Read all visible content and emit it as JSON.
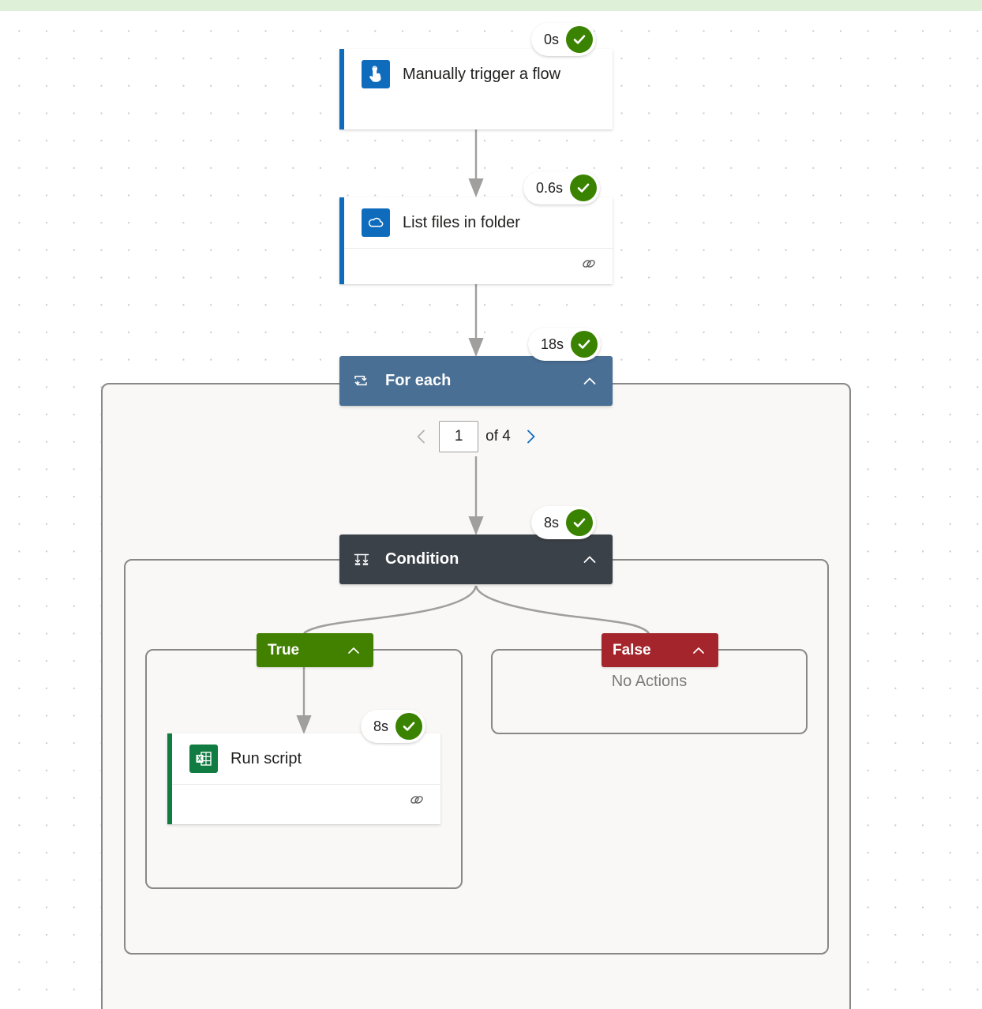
{
  "app": {
    "surface": "flow-run-designer",
    "banner_color": "#dff0d8",
    "canvas_background": "#ffffff"
  },
  "colors": {
    "accent_blue": "#0f6cbd",
    "accent_green": "#107c41",
    "foreach_header": "#4a6f94",
    "condition_header": "#3b4148",
    "true_branch": "#428000",
    "false_branch": "#a4262c",
    "success_check": "#3a8300",
    "scope_border": "#8a8886",
    "scope_fill": "#f9f8f6",
    "connector": "#a19f9d"
  },
  "nodes": {
    "trigger": {
      "title": "Manually trigger a flow",
      "icon": "touch-trigger-icon",
      "duration": "0s",
      "status": "succeeded",
      "status_icon": "checkmark-icon"
    },
    "list_files": {
      "title": "List files in folder",
      "icon": "onedrive-icon",
      "duration": "0.6s",
      "status": "succeeded",
      "status_icon": "checkmark-icon",
      "footer_icon": "link-icon"
    },
    "for_each": {
      "title": "For each",
      "icon": "loop-icon",
      "collapse_icon": "chevron-up-icon",
      "duration": "18s",
      "status": "succeeded",
      "status_icon": "checkmark-icon"
    },
    "condition": {
      "title": "Condition",
      "icon": "condition-branch-icon",
      "collapse_icon": "chevron-up-icon",
      "duration": "8s",
      "status": "succeeded",
      "status_icon": "checkmark-icon"
    },
    "true_branch": {
      "label": "True",
      "collapse_icon": "chevron-up-icon"
    },
    "false_branch": {
      "label": "False",
      "collapse_icon": "chevron-up-icon",
      "empty_text": "No Actions"
    },
    "run_script": {
      "title": "Run script",
      "icon": "excel-icon",
      "duration": "8s",
      "status": "succeeded",
      "status_icon": "checkmark-icon",
      "footer_icon": "link-icon"
    }
  },
  "pagination": {
    "previous_icon": "chevron-left-icon",
    "next_icon": "chevron-right-icon",
    "current_page": "1",
    "of_label": "of 4",
    "total_pages": 4,
    "previous_enabled": false,
    "next_enabled": true
  }
}
